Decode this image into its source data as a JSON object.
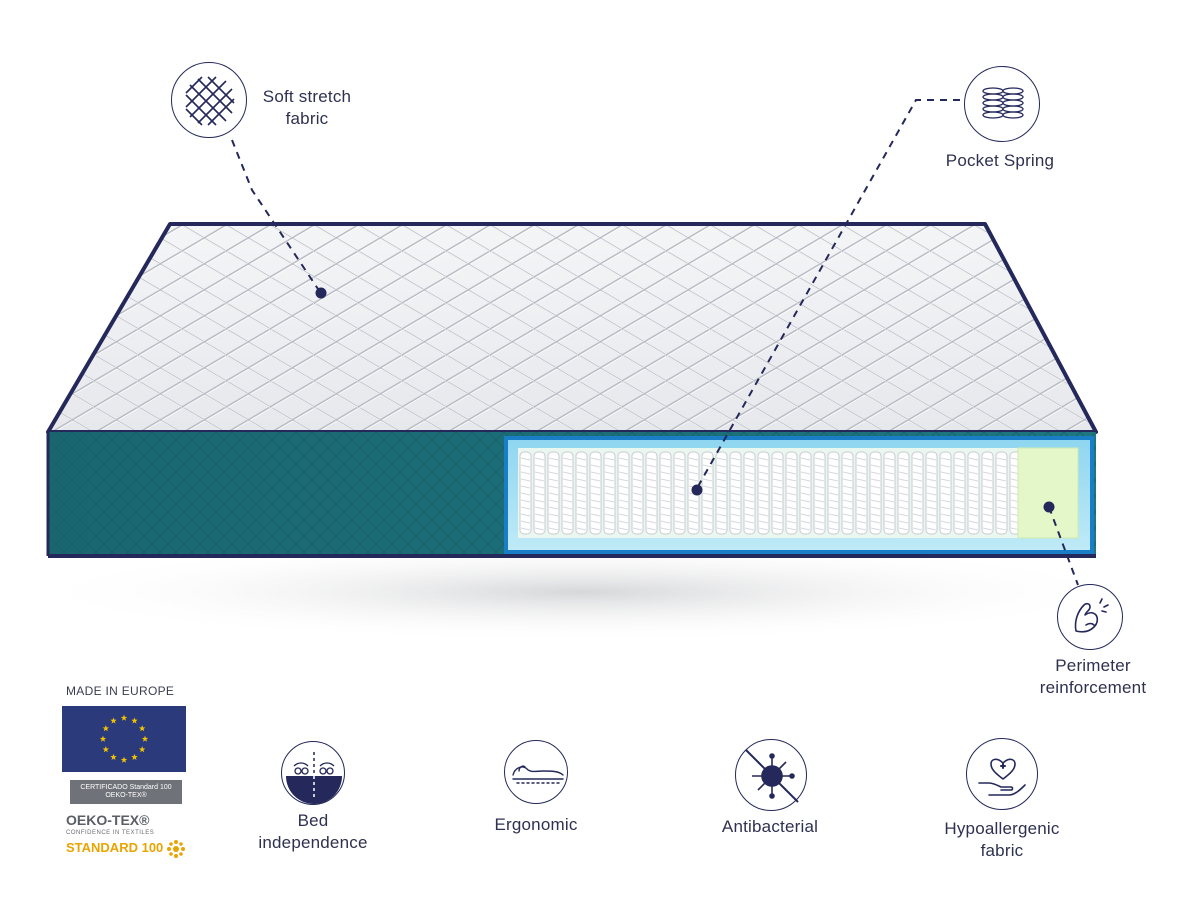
{
  "features": {
    "soft_stretch_fabric": {
      "line1": "Soft stretch",
      "line2": "fabric",
      "icon": "woven-fabric-icon"
    },
    "pocket_spring": {
      "label": "Pocket Spring",
      "icon": "coil-springs-icon"
    },
    "perimeter_reinforcement": {
      "line1": "Perimeter",
      "line2": "reinforcement",
      "icon": "flexed-arm-icon"
    }
  },
  "benefits": [
    {
      "line1": "Bed",
      "line2": "independence",
      "icon": "bed-independence-icon"
    },
    {
      "line1": "Ergonomic",
      "icon": "ergonomic-sleeper-icon"
    },
    {
      "line1": "Antibacterial",
      "icon": "no-bacteria-icon"
    },
    {
      "line1": "Hypoallergenic",
      "line2": "fabric",
      "icon": "heart-in-hand-icon"
    }
  ],
  "certification": {
    "made_in": "MADE IN EUROPE",
    "ribbon": "CERTIFICADO Standard 100",
    "ribbon2": "OEKO-TEX®",
    "oeko_brand": "OEKO-TEX®",
    "oeko_tagline": "CONFIDENCE IN TEXTILES",
    "oeko_standard": "STANDARD 100"
  },
  "colors": {
    "navy": "#24285a",
    "teal": "#1f6f78",
    "eu_blue": "#2b3a7a",
    "eu_star": "#f2c200",
    "oeko_orange": "#e8a400"
  }
}
